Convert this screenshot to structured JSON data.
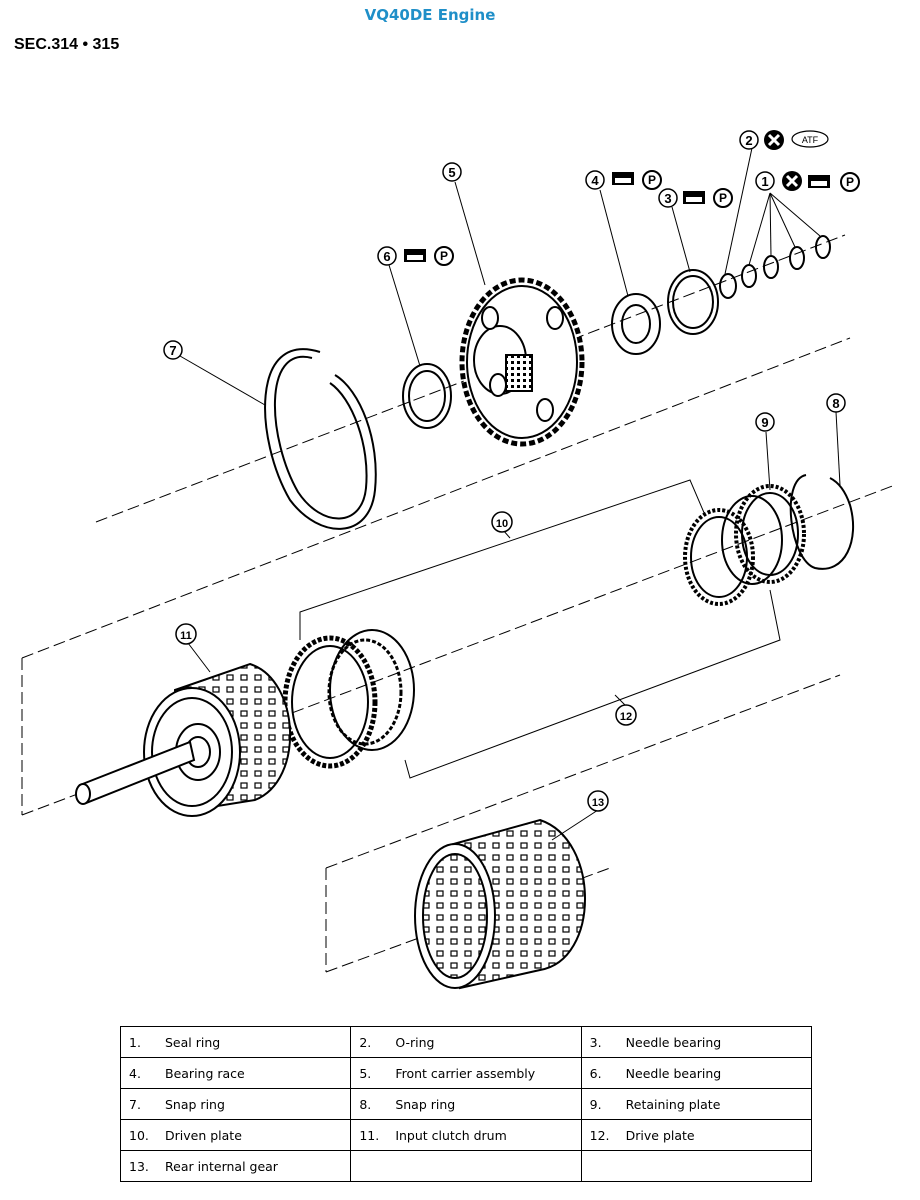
{
  "header": {
    "title": "VQ40DE Engine",
    "section": "SEC.314 • 315"
  },
  "callouts": [
    "1",
    "2",
    "3",
    "4",
    "5",
    "6",
    "7",
    "8",
    "9",
    "10",
    "11",
    "12",
    "13"
  ],
  "symbols": {
    "atf": "ATF",
    "petroleum_jelly": "P"
  },
  "legend": [
    [
      {
        "num": "1.",
        "label": "Seal ring"
      },
      {
        "num": "2.",
        "label": "O-ring"
      },
      {
        "num": "3.",
        "label": "Needle bearing"
      }
    ],
    [
      {
        "num": "4.",
        "label": "Bearing race"
      },
      {
        "num": "5.",
        "label": "Front carrier assembly"
      },
      {
        "num": "6.",
        "label": "Needle bearing"
      }
    ],
    [
      {
        "num": "7.",
        "label": "Snap ring"
      },
      {
        "num": "8.",
        "label": "Snap ring"
      },
      {
        "num": "9.",
        "label": "Retaining plate"
      }
    ],
    [
      {
        "num": "10.",
        "label": "Driven plate"
      },
      {
        "num": "11.",
        "label": "Input clutch drum"
      },
      {
        "num": "12.",
        "label": "Drive plate"
      }
    ],
    [
      {
        "num": "13.",
        "label": "Rear internal gear"
      },
      {
        "num": "",
        "label": ""
      },
      {
        "num": "",
        "label": ""
      }
    ]
  ]
}
